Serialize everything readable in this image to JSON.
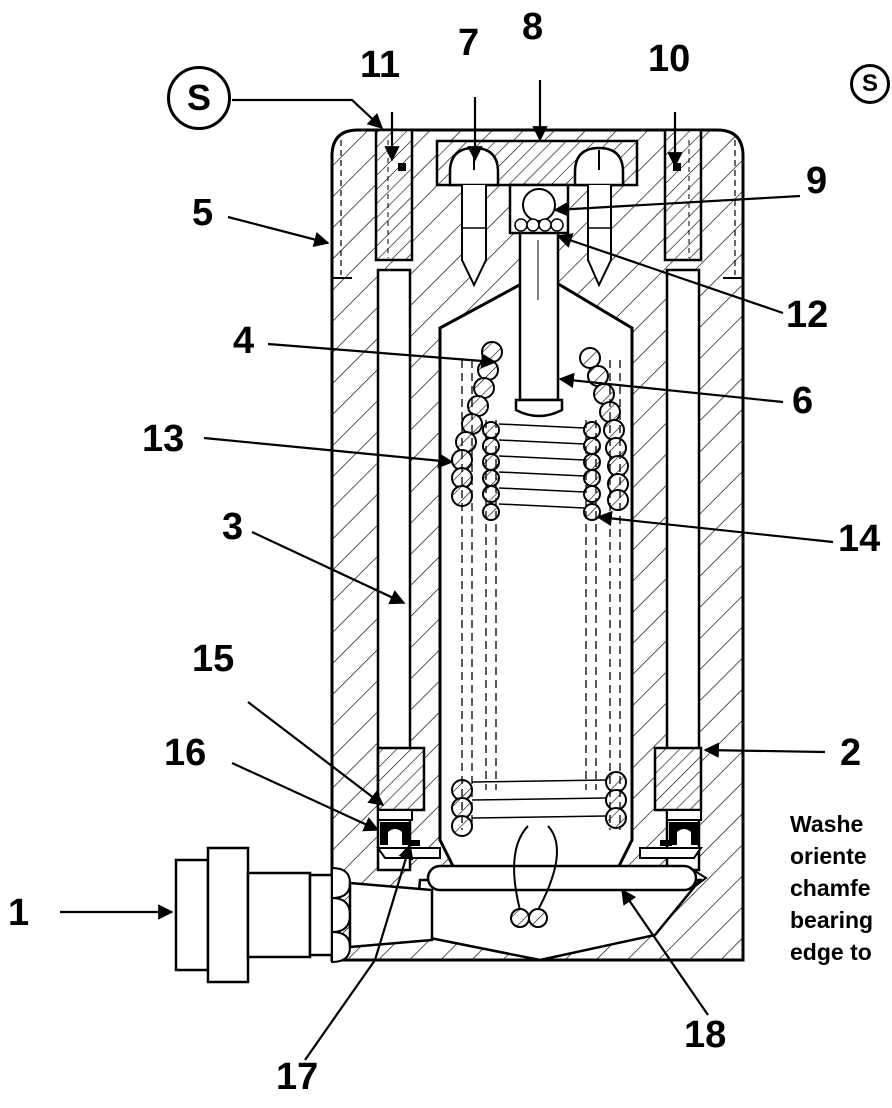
{
  "symbols": {
    "s_label": "S"
  },
  "callouts": {
    "c1": "1",
    "c2": "2",
    "c3": "3",
    "c4": "4",
    "c5": "5",
    "c6": "6",
    "c7": "7",
    "c8": "8",
    "c9": "9",
    "c10": "10",
    "c11": "11",
    "c12": "12",
    "c13": "13",
    "c14": "14",
    "c15": "15",
    "c16": "16",
    "c17": "17",
    "c18": "18"
  },
  "note": {
    "line1": "Washe",
    "line2": "oriente",
    "line3": "chamfe",
    "line4": "bearing",
    "line5": "edge to"
  }
}
